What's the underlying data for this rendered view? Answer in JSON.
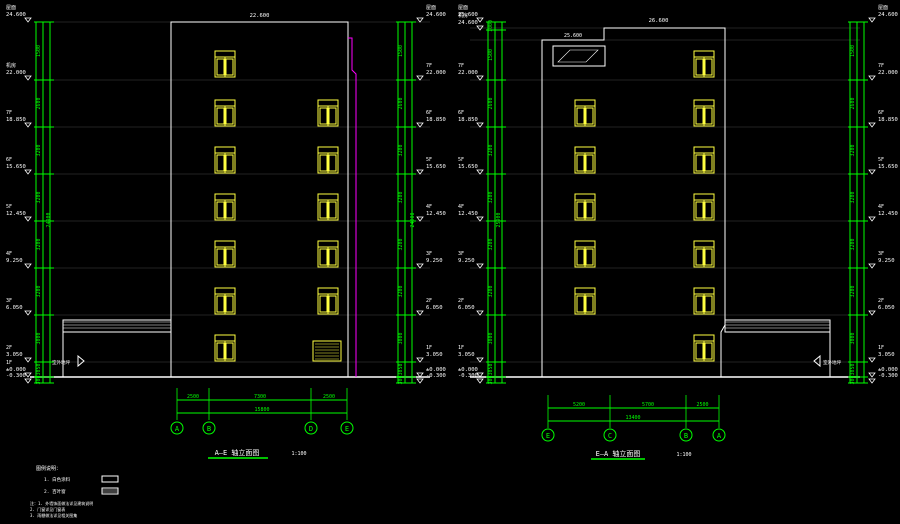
{
  "drawings": [
    {
      "title": "A—E 轴立面图",
      "scale": "1:100",
      "top_dim": "22.600",
      "bottom_dims": [
        "2500",
        "7300",
        "2500"
      ],
      "total_dim": "15800",
      "axes": [
        "A",
        "B",
        "D",
        "E"
      ],
      "left_levels": [
        {
          "name": "屋面",
          "elev": "24.600"
        },
        {
          "name": "机房",
          "elev": "22.000"
        },
        {
          "name": "7F",
          "elev": "18.850"
        },
        {
          "name": "6F",
          "elev": "15.650"
        },
        {
          "name": "5F",
          "elev": "12.450"
        },
        {
          "name": "4F",
          "elev": "9.250"
        },
        {
          "name": "3F",
          "elev": "6.050"
        },
        {
          "name": "2F",
          "elev": "3.050"
        },
        {
          "name": "1F",
          "elev": "±0.000"
        },
        {
          "name": "",
          "elev": "-0.300"
        }
      ],
      "right_levels": [
        {
          "name": "屋面",
          "elev": "24.600"
        },
        {
          "name": "7F",
          "elev": "22.000"
        },
        {
          "name": "6F",
          "elev": "18.850"
        },
        {
          "name": "5F",
          "elev": "15.650"
        },
        {
          "name": "4F",
          "elev": "12.450"
        },
        {
          "name": "3F",
          "elev": "9.250"
        },
        {
          "name": "2F",
          "elev": "6.050"
        },
        {
          "name": "1F",
          "elev": "3.050"
        },
        {
          "name": "",
          "elev": "±0.000"
        },
        {
          "name": "",
          "elev": "-0.300"
        }
      ],
      "vertical_dims": [
        "1500",
        "2600",
        "3200",
        "3200",
        "3200",
        "3200",
        "3000",
        "3050",
        "300"
      ],
      "total_height": "24900",
      "entrance_label": "室外地坪",
      "ground_label": "室外地坪"
    },
    {
      "title": "E—A 轴立面图",
      "scale": "1:100",
      "top_dim": "26.600",
      "parapet_dim": "25.600",
      "bottom_dims": [
        "5200",
        "5700",
        "2500"
      ],
      "total_dim": "13400",
      "axes": [
        "E",
        "C",
        "B",
        "A"
      ],
      "left_levels": [
        {
          "name": "屋面",
          "elev": "25.600"
        },
        {
          "name": "机房",
          "elev": "24.600"
        },
        {
          "name": "7F",
          "elev": "22.000"
        },
        {
          "name": "6F",
          "elev": "18.850"
        },
        {
          "name": "5F",
          "elev": "15.650"
        },
        {
          "name": "4F",
          "elev": "12.450"
        },
        {
          "name": "3F",
          "elev": "9.250"
        },
        {
          "name": "2F",
          "elev": "6.050"
        },
        {
          "name": "1F",
          "elev": "3.050"
        },
        {
          "name": "",
          "elev": "±0.000"
        },
        {
          "name": "",
          "elev": "-0.300"
        }
      ],
      "right_levels": [
        {
          "name": "屋面",
          "elev": "24.600"
        },
        {
          "name": "7F",
          "elev": "22.000"
        },
        {
          "name": "6F",
          "elev": "18.850"
        },
        {
          "name": "5F",
          "elev": "15.650"
        },
        {
          "name": "4F",
          "elev": "12.450"
        },
        {
          "name": "3F",
          "elev": "9.250"
        },
        {
          "name": "2F",
          "elev": "6.050"
        },
        {
          "name": "1F",
          "elev": "3.050"
        },
        {
          "name": "",
          "elev": "±0.000"
        },
        {
          "name": "",
          "elev": "-0.300"
        }
      ],
      "vertical_dims": [
        "1000",
        "1500",
        "2600",
        "3200",
        "3200",
        "3200",
        "3200",
        "3000",
        "3050",
        "300"
      ],
      "total_height": "25900",
      "entrance_label": "室外地坪",
      "ground_label": "室外地坪"
    }
  ],
  "notes": {
    "heading": "图例说明：",
    "legend": [
      {
        "label": "1. 白色涂料"
      },
      {
        "label": "2. 百叶窗"
      }
    ],
    "lines": [
      "注：1. 外墙饰面做法详见建筑说明",
      "    2. 门窗详见门窗表",
      "    3. 雨棚做法详见相关图集"
    ]
  },
  "colors": {
    "background": "#000000",
    "outline": "#ffffff",
    "dimension": "#00ff00",
    "window": "#ffff40",
    "downpipe": "#ff00ff",
    "text": "#ffffff",
    "gridline": "#444444"
  }
}
